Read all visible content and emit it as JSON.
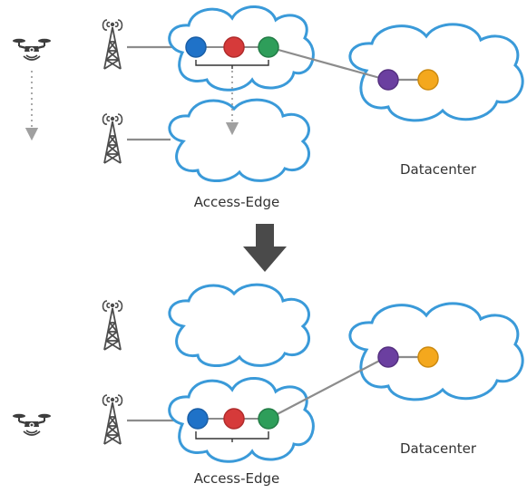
{
  "labels": {
    "edge_top": "Access-Edge",
    "datacenter_top": "Datacenter",
    "edge_bottom": "Access-Edge",
    "datacenter_bottom": "Datacenter"
  },
  "colors": {
    "cloud_stroke": "#3a9ad9",
    "node_blue": "#1f72c8",
    "node_red": "#d63a3a",
    "node_green": "#2e9e5a",
    "node_purple": "#6b3fa0",
    "node_orange": "#f4a81d",
    "link": "#8c8c8c",
    "arrow": "#4a4a4a",
    "tower": "#4d4d4d"
  },
  "icons": {
    "drone": "drone-icon",
    "tower": "cell-tower-icon",
    "transition": "down-arrow-icon"
  }
}
